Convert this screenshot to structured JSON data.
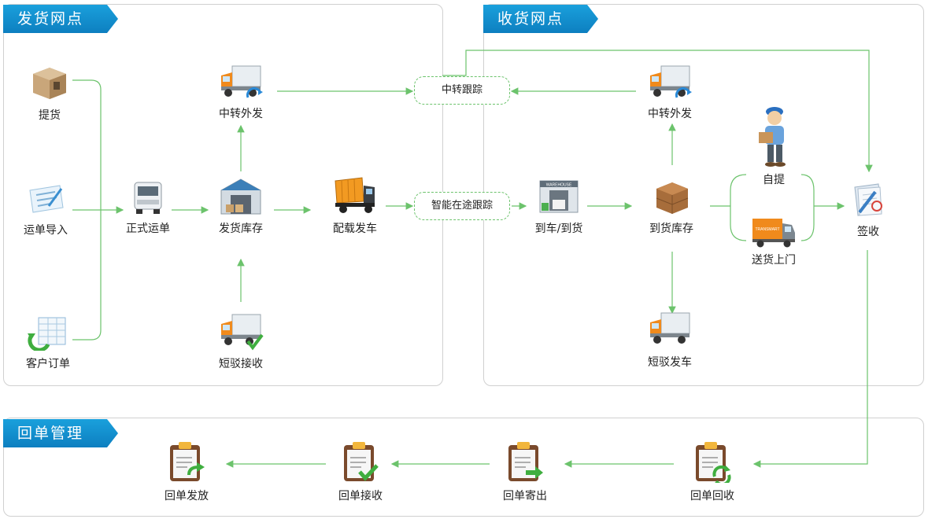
{
  "sections": {
    "shipping": "发货网点",
    "receiving": "收货网点",
    "receipt": "回单管理"
  },
  "nodes": {
    "pickup": "提货",
    "waybill_import": "运单导入",
    "customer_order": "客户订单",
    "formal_waybill": "正式运单",
    "transfer_out_left": "中转外发",
    "ship_stock": "发货库存",
    "short_receive": "短驳接收",
    "load_depart": "配载发车",
    "transfer_track": "中转跟踪",
    "smart_track": "智能在途跟踪",
    "transfer_out_right": "中转外发",
    "arrive": "到车/到货",
    "arrive_stock": "到货库存",
    "short_depart": "短驳发车",
    "self_pickup": "自提",
    "home_delivery": "送货上门",
    "sign": "签收",
    "receipt_issue": "回单发放",
    "receipt_accept": "回单接收",
    "receipt_send": "回单寄出",
    "receipt_recover": "回单回收"
  },
  "icon_text": {
    "warehouse_sign": "WAREHOUSE",
    "truck_brand": "TRANSMART"
  },
  "colors": {
    "ribbon": "#1aa0dc",
    "connector": "#6cc36c",
    "panel_border": "#d0d0d0"
  }
}
